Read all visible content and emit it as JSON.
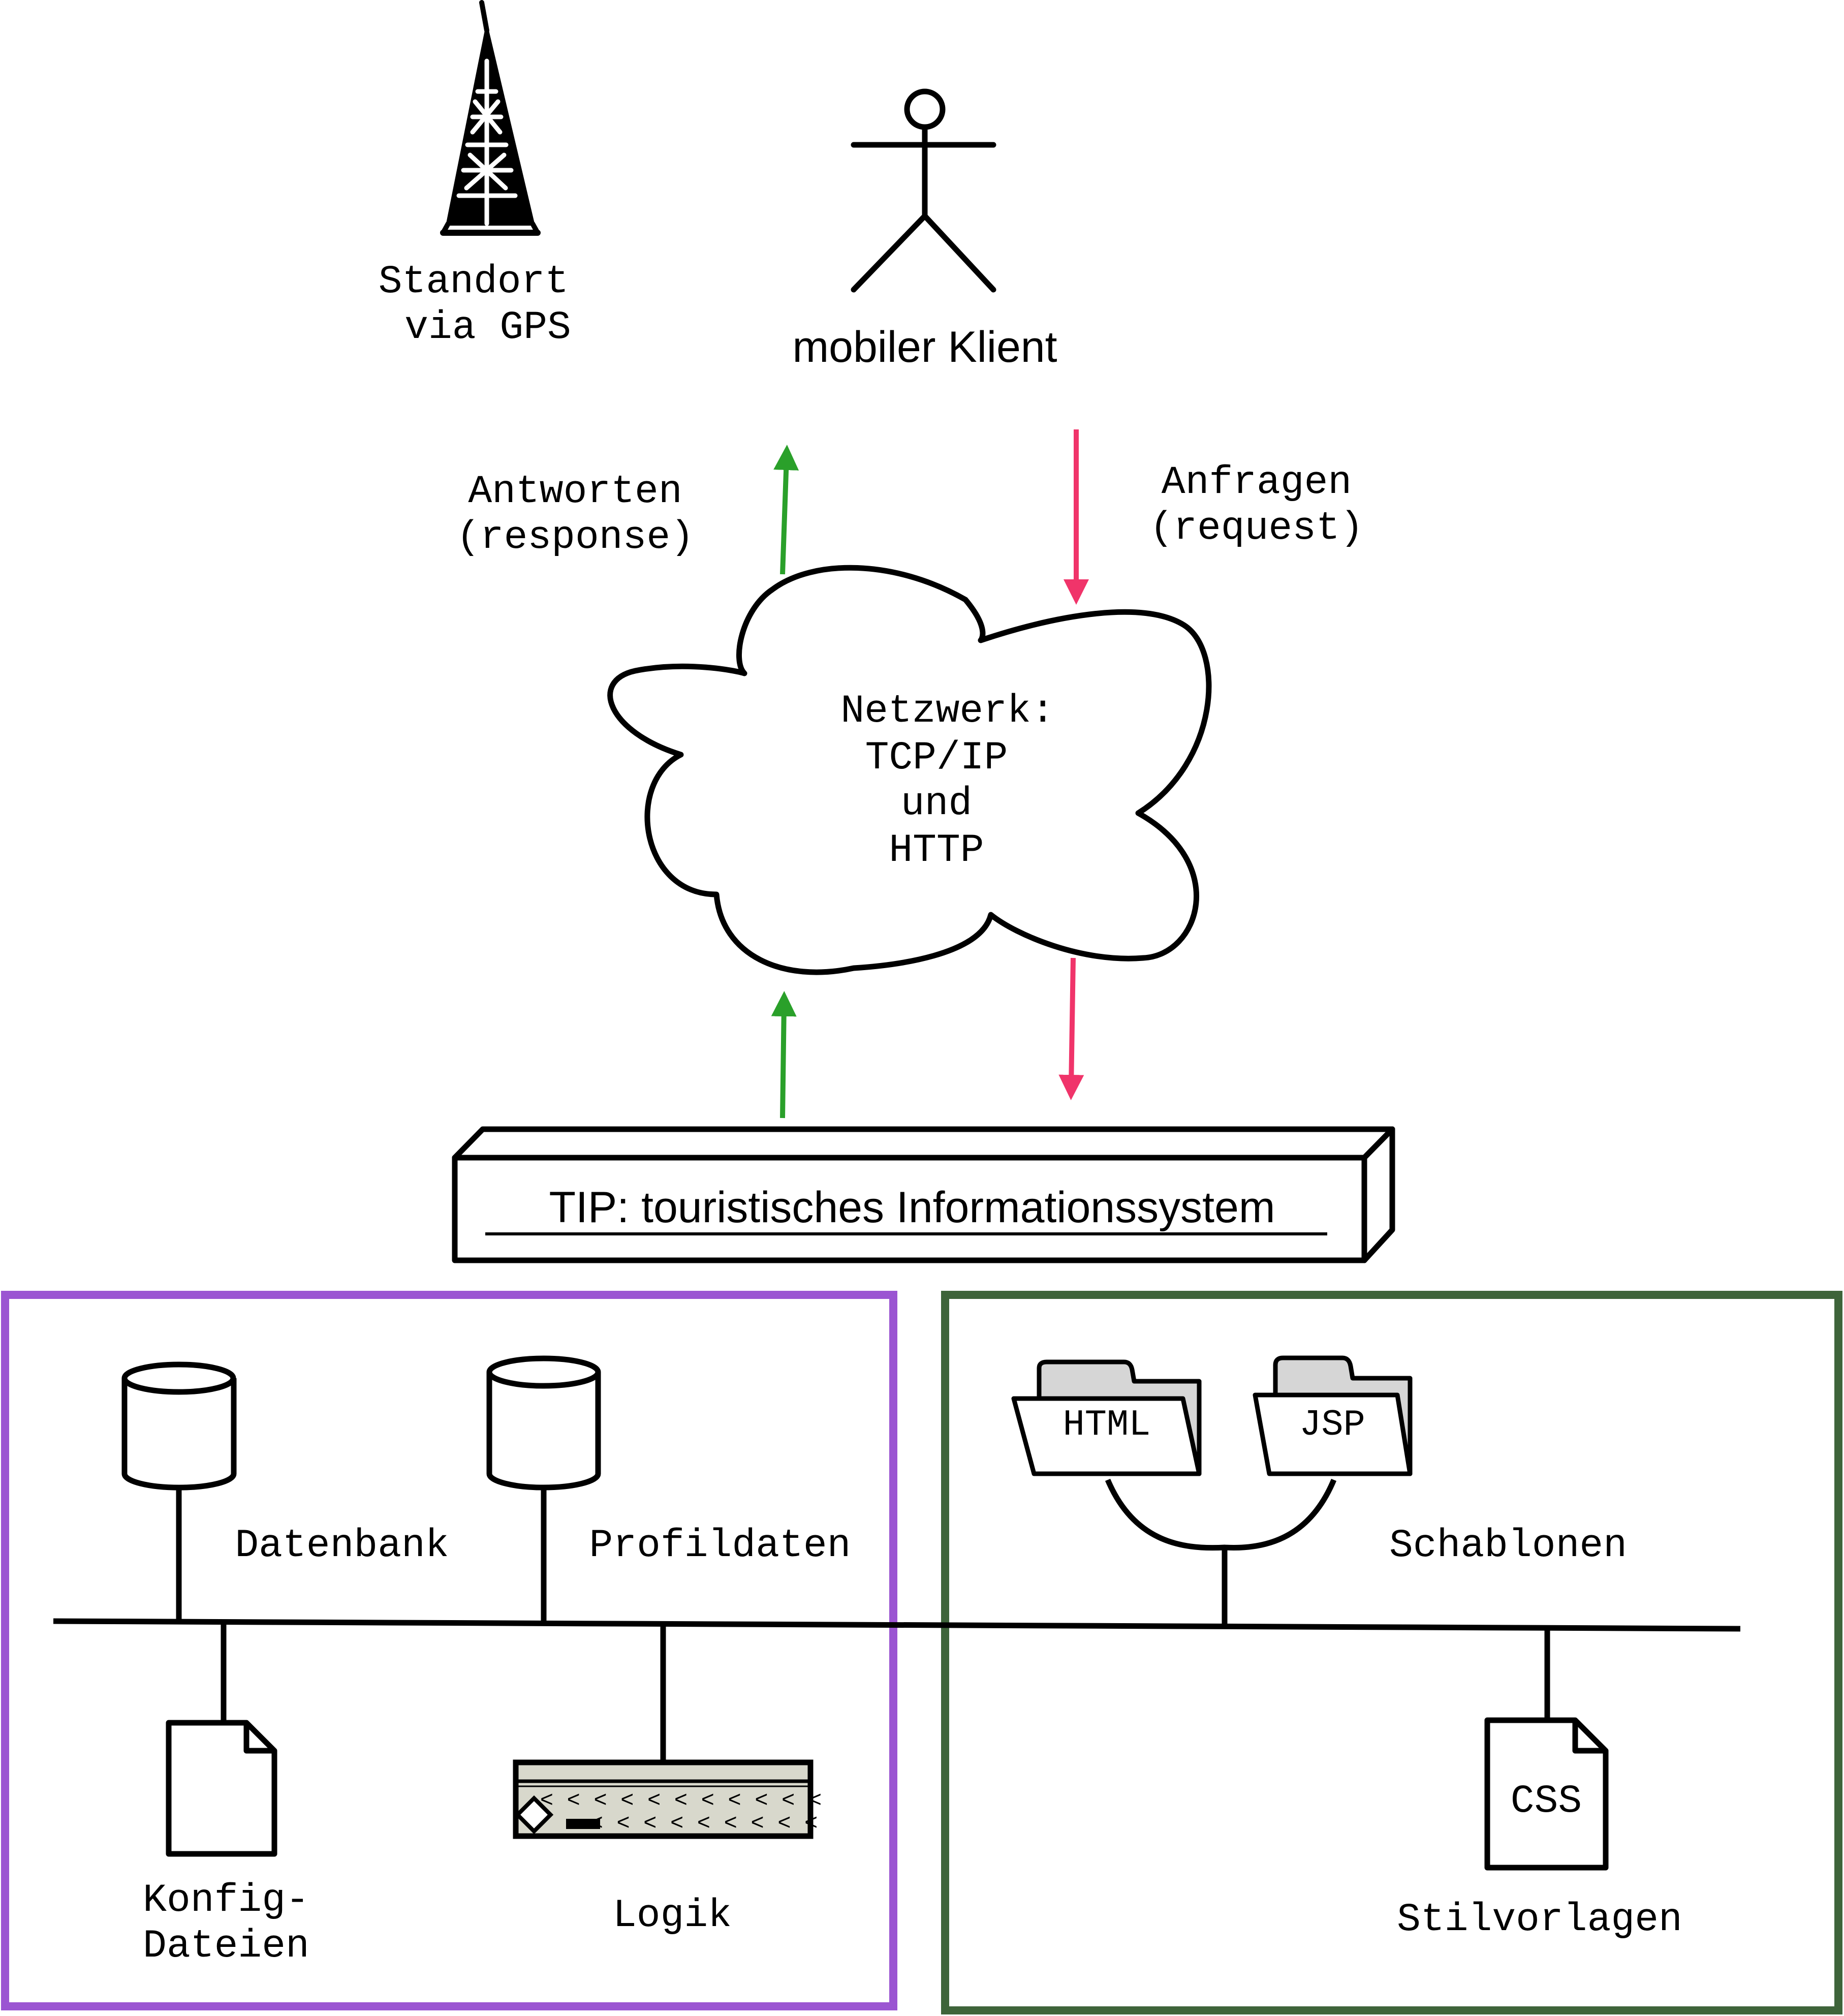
{
  "colors": {
    "response_arrow": "#2aa02a",
    "request_arrow": "#f0346a",
    "backend_frame": "#9b55d2",
    "template_frame": "#3e643a",
    "folder_tab": "#d6d6d6",
    "server_body": "#d8d8cc"
  },
  "top": {
    "gps_label_line1": "Standort",
    "gps_label_line2": "via GPS",
    "client_label": "mobiler Klient"
  },
  "flows": {
    "response_line1": "Antworten",
    "response_line2": "(response)",
    "request_line1": "Anfragen",
    "request_line2": "(request)"
  },
  "network": {
    "line1": "Netzwerk:",
    "line2": "TCP/IP",
    "line3": "und",
    "line4": "HTTP"
  },
  "system": {
    "label": "TIP: touristisches Informationssystem"
  },
  "backend": {
    "database_label": "Datenbank",
    "profile_label": "Profildaten",
    "config_line1": "Konfig-",
    "config_line2": "Dateien",
    "logic_label": "Logik"
  },
  "templates": {
    "html_label": "HTML",
    "jsp_label": "JSP",
    "templates_label": "Schablonen",
    "css_label": "CSS",
    "styles_label": "Stilvorlagen"
  },
  "icons": {
    "gps": "radio-tower-icon",
    "client": "stick-figure-icon",
    "network": "cloud-icon",
    "system": "3d-box-icon",
    "database": "database-cylinder-icon",
    "config": "document-icon",
    "logic": "server-rack-icon",
    "template": "folder-icon",
    "css": "document-icon"
  }
}
